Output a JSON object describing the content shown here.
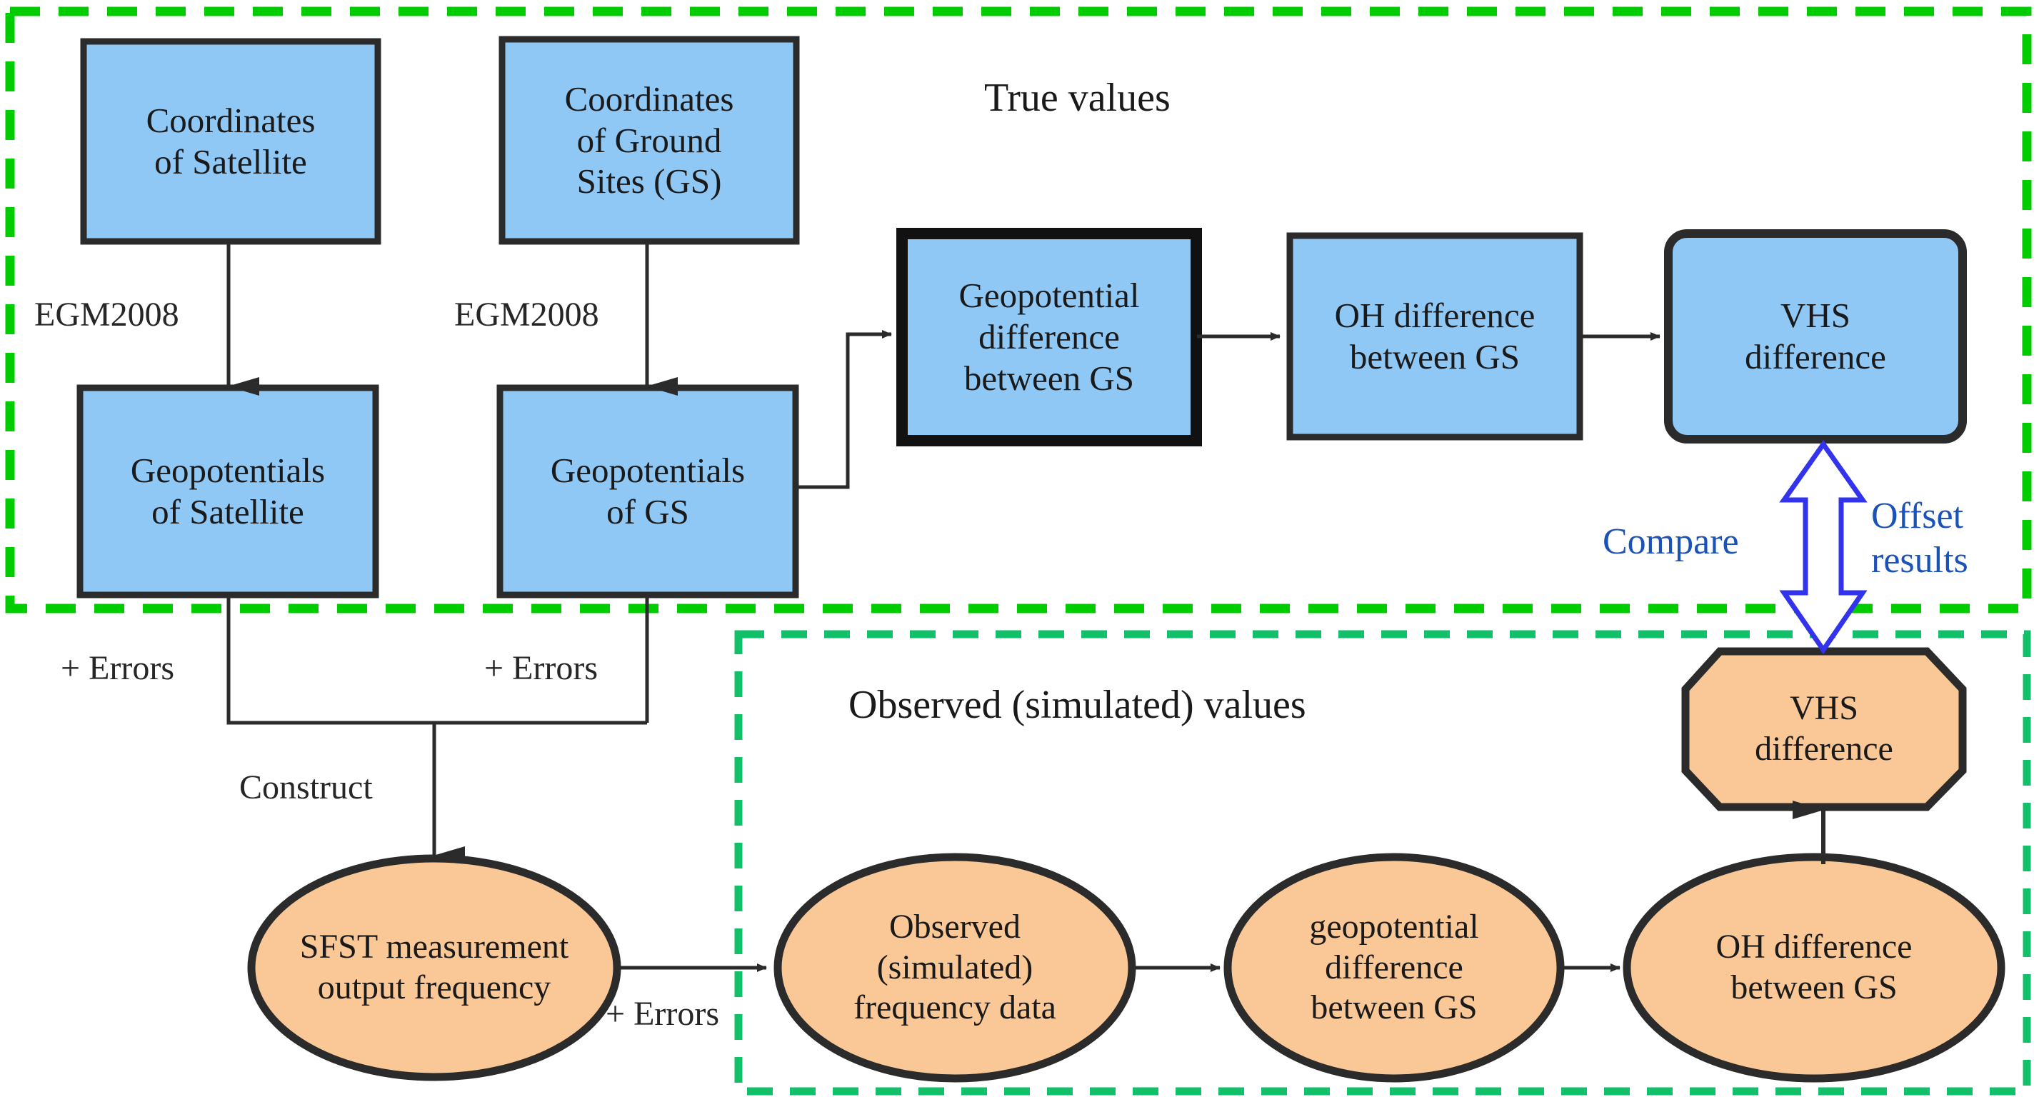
{
  "diagram": {
    "title_true": "True values",
    "title_observed": "Observed (simulated) values",
    "colors": {
      "box_fill": "#8fc7f5",
      "ellipse_fill": "#fac896",
      "stroke": "#2b2b2b",
      "group_true_border": "#00cc00",
      "group_observed_border": "#12c06a",
      "compare_arrow": "#3333ee",
      "compare_text": "#1a52b8"
    },
    "true_values": {
      "nodes": [
        {
          "id": "coords-satellite",
          "label": "Coordinates\nof Satellite",
          "shape": "rect"
        },
        {
          "id": "coords-ground-sites",
          "label": "Coordinates\nof Ground\nSites (GS)",
          "shape": "rect"
        },
        {
          "id": "geopotentials-satellite",
          "label": "Geopotentials\nof Satellite",
          "shape": "rect"
        },
        {
          "id": "geopotentials-gs",
          "label": "Geopotentials\nof GS",
          "shape": "rect"
        },
        {
          "id": "geopotential-difference-gs",
          "label": "Geopotential\ndifference\nbetween GS",
          "shape": "rect-bold"
        },
        {
          "id": "oh-difference-gs",
          "label": "OH difference\nbetween GS",
          "shape": "rect"
        },
        {
          "id": "vhs-difference-true",
          "label": "VHS\ndifference",
          "shape": "rect-rounded"
        }
      ]
    },
    "observed_values": {
      "nodes": [
        {
          "id": "sfst-measurement",
          "label": "SFST measurement\noutput frequency",
          "shape": "ellipse"
        },
        {
          "id": "observed-frequency-data",
          "label": "Observed\n(simulated)\nfrequency data",
          "shape": "ellipse"
        },
        {
          "id": "geopotential-difference-gs-obs",
          "label": "geopotential\ndifference\nbetween GS",
          "shape": "ellipse"
        },
        {
          "id": "oh-difference-gs-obs",
          "label": "OH difference\nbetween GS",
          "shape": "ellipse"
        },
        {
          "id": "vhs-difference-observed",
          "label": "VHS\ndifference",
          "shape": "octagon"
        }
      ]
    },
    "edge_labels": {
      "egm2008_left": "EGM2008",
      "egm2008_right": "EGM2008",
      "errors_left": "+ Errors",
      "errors_right": "+ Errors",
      "construct": "Construct",
      "errors_bottom": "+ Errors"
    },
    "comparison": {
      "compare": "Compare",
      "offset_results": "Offset\nresults"
    }
  },
  "chart_data": {
    "type": "diagram",
    "title": "True values vs Observed (simulated) values comparison flowchart",
    "nodes": [
      {
        "id": "coords-satellite",
        "label": "Coordinates of Satellite",
        "group": "True values",
        "shape": "rect",
        "fill": "#8fc7f5"
      },
      {
        "id": "coords-ground-sites",
        "label": "Coordinates of Ground Sites (GS)",
        "group": "True values",
        "shape": "rect",
        "fill": "#8fc7f5"
      },
      {
        "id": "geopotentials-satellite",
        "label": "Geopotentials of Satellite",
        "group": "True values",
        "shape": "rect",
        "fill": "#8fc7f5"
      },
      {
        "id": "geopotentials-gs",
        "label": "Geopotentials of GS",
        "group": "True values",
        "shape": "rect",
        "fill": "#8fc7f5"
      },
      {
        "id": "geopotential-difference-gs",
        "label": "Geopotential difference between GS",
        "group": "True values",
        "shape": "rect-bold",
        "fill": "#8fc7f5"
      },
      {
        "id": "oh-difference-gs",
        "label": "OH difference between GS",
        "group": "True values",
        "shape": "rect",
        "fill": "#8fc7f5"
      },
      {
        "id": "vhs-difference-true",
        "label": "VHS difference",
        "group": "True values",
        "shape": "rect-rounded",
        "fill": "#8fc7f5"
      },
      {
        "id": "sfst-measurement",
        "label": "SFST measurement output frequency",
        "group": "none",
        "shape": "ellipse",
        "fill": "#fac896"
      },
      {
        "id": "observed-frequency-data",
        "label": "Observed (simulated) frequency data",
        "group": "Observed (simulated) values",
        "shape": "ellipse",
        "fill": "#fac896"
      },
      {
        "id": "geopotential-difference-gs-obs",
        "label": "geopotential difference between GS",
        "group": "Observed (simulated) values",
        "shape": "ellipse",
        "fill": "#fac896"
      },
      {
        "id": "oh-difference-gs-obs",
        "label": "OH difference between GS",
        "group": "Observed (simulated) values",
        "shape": "ellipse",
        "fill": "#fac896"
      },
      {
        "id": "vhs-difference-observed",
        "label": "VHS difference",
        "group": "Observed (simulated) values",
        "shape": "octagon",
        "fill": "#fac896"
      }
    ],
    "edges": [
      {
        "from": "coords-satellite",
        "to": "geopotentials-satellite",
        "label": "EGM2008"
      },
      {
        "from": "coords-ground-sites",
        "to": "geopotentials-gs",
        "label": "EGM2008"
      },
      {
        "from": "geopotentials-gs",
        "to": "geopotential-difference-gs",
        "label": ""
      },
      {
        "from": "geopotential-difference-gs",
        "to": "oh-difference-gs",
        "label": ""
      },
      {
        "from": "oh-difference-gs",
        "to": "vhs-difference-true",
        "label": ""
      },
      {
        "from": "geopotentials-satellite",
        "to": "sfst-measurement",
        "label": "+ Errors / Construct"
      },
      {
        "from": "geopotentials-gs",
        "to": "sfst-measurement",
        "label": "+ Errors / Construct"
      },
      {
        "from": "sfst-measurement",
        "to": "observed-frequency-data",
        "label": "+ Errors"
      },
      {
        "from": "observed-frequency-data",
        "to": "geopotential-difference-gs-obs",
        "label": ""
      },
      {
        "from": "geopotential-difference-gs-obs",
        "to": "oh-difference-gs-obs",
        "label": ""
      },
      {
        "from": "oh-difference-gs-obs",
        "to": "vhs-difference-observed",
        "label": ""
      },
      {
        "from": "vhs-difference-true",
        "to": "vhs-difference-observed",
        "label": "Compare / Offset results",
        "style": "double-arrow",
        "color": "#3333ee"
      }
    ]
  }
}
